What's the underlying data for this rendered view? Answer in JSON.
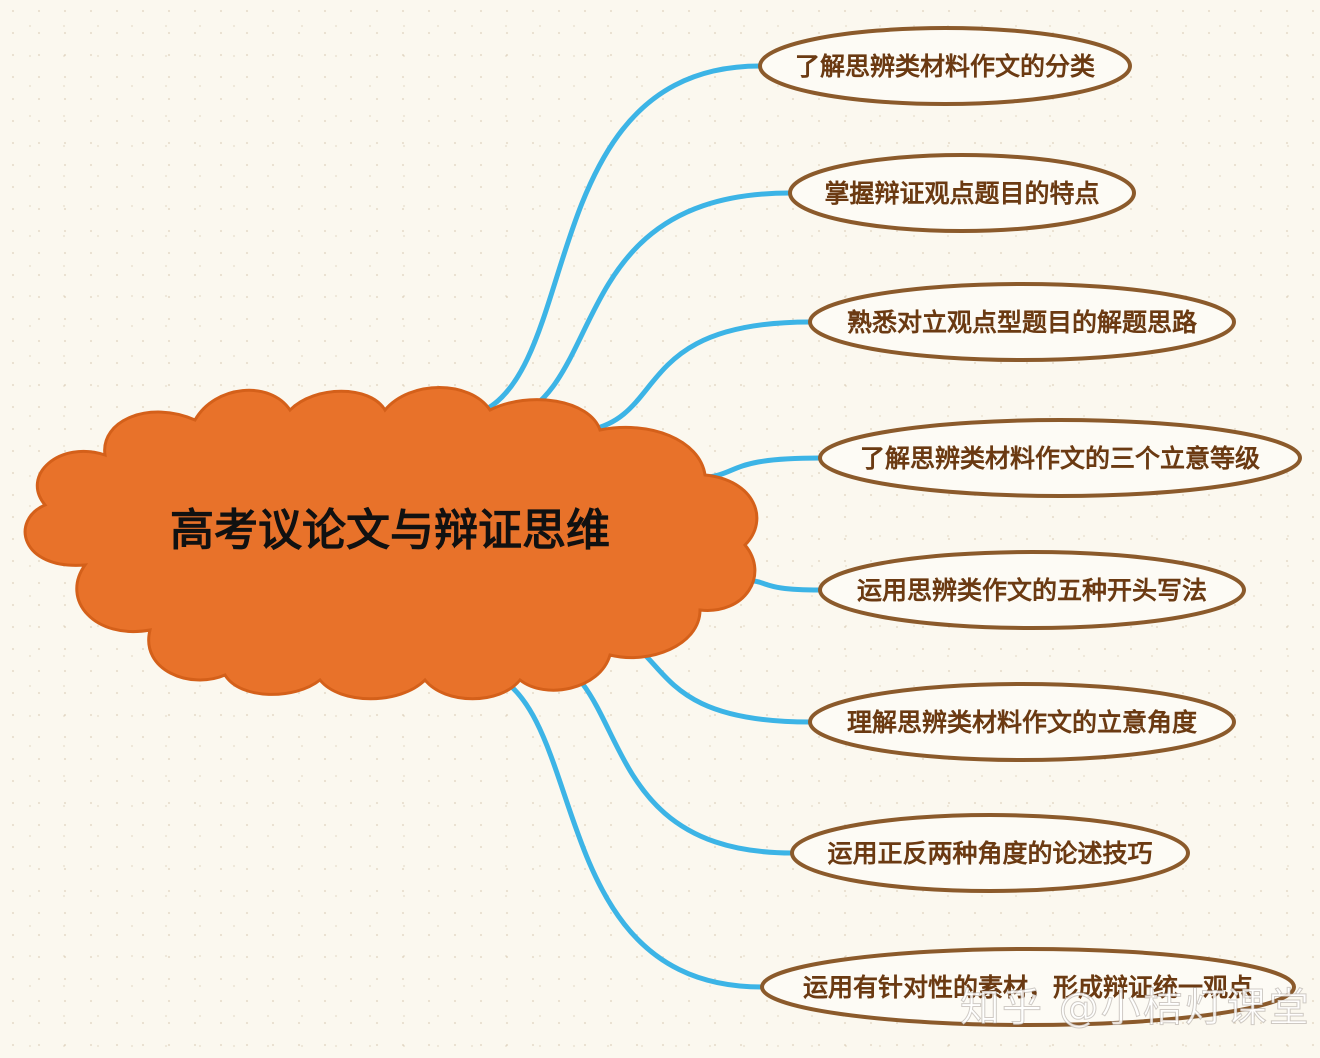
{
  "central_topic": "高考议论文与辩证思维",
  "branches": [
    "了解思辨类材料作文的分类",
    "掌握辩证观点题目的特点",
    "熟悉对立观点型题目的解题思路",
    "了解思辨类材料作文的三个立意等级",
    "运用思辨类作文的五种开头写法",
    "理解思辨类材料作文的立意角度",
    "运用正反两种角度的论述技巧",
    "运用有针对性的素材，形成辩证统一观点"
  ],
  "watermark": "知乎 @小桔灯课堂",
  "colors": {
    "background": "#fbf8ef",
    "cloud_fill": "#e8722a",
    "cloud_stroke": "#d4601a",
    "connector": "#3cb4e6",
    "node_border": "#8b5a2b",
    "node_text": "#6b3a12",
    "central_text": "#111111"
  }
}
